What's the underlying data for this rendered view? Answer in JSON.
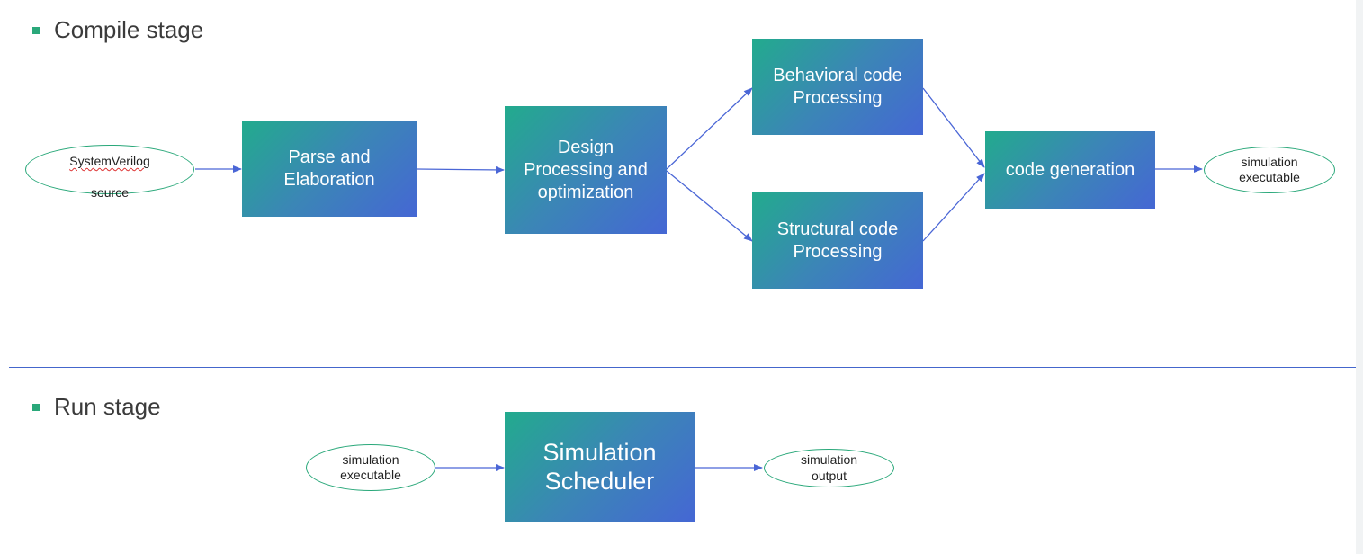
{
  "compile_stage": {
    "title": "Compile stage",
    "source_line1": "SystemVerilog",
    "source_line2": "source",
    "parse": "Parse and\nElaboration",
    "design": "Design\nProcessing and\noptimization",
    "behavioral": "Behavioral code\nProcessing",
    "structural": "Structural code\nProcessing",
    "codegen": "code generation",
    "output": "simulation\nexecutable"
  },
  "run_stage": {
    "title": "Run stage",
    "input": "simulation\nexecutable",
    "scheduler": "Simulation\nScheduler",
    "output": "simulation\noutput"
  },
  "colors": {
    "bullet": "#2aa87a",
    "box_gradient_start": "#22ab8d",
    "box_gradient_end": "#4567d4",
    "arrow": "#4a66d6",
    "divider": "#4466cc"
  }
}
